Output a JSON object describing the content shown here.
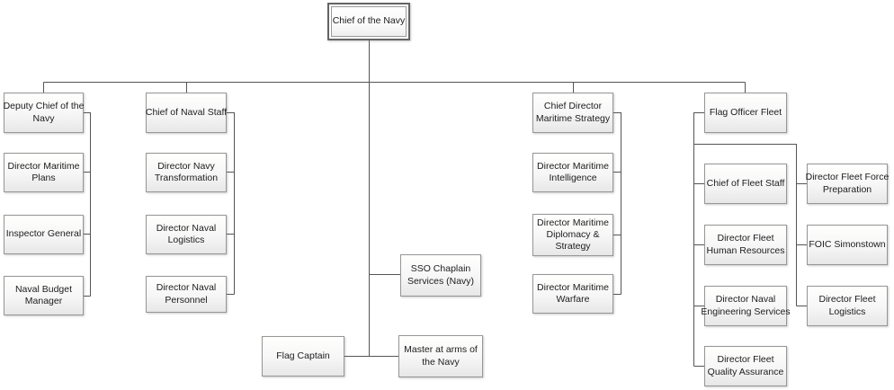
{
  "chart": {
    "kind": "organization-chart",
    "root": "Chief of the Navy"
  },
  "colors": {
    "background": "#ffffff",
    "connector": "#555555",
    "node_border": "#969696",
    "node_fill_top": "#ffffff",
    "node_fill_bottom": "#e7e7e7",
    "text": "#1c1c1c"
  },
  "nodes": {
    "chief_of_navy": {
      "label": "Chief of the Navy"
    },
    "deputy_chief": {
      "label": "Deputy Chief of the\nNavy"
    },
    "dir_maritime_plans": {
      "label": "Director Maritime\nPlans"
    },
    "inspector_general": {
      "label": "Inspector General"
    },
    "naval_budget_manager": {
      "label": "Naval Budget\nManager"
    },
    "chief_naval_staff": {
      "label": "Chief of Naval Staff"
    },
    "dir_navy_transformation": {
      "label": "Director Navy\nTransformation"
    },
    "dir_naval_logistics": {
      "label": "Director Naval\nLogistics"
    },
    "dir_naval_personnel": {
      "label": "Director Naval\nPersonnel"
    },
    "sso_chaplain": {
      "label": "SSO Chaplain\nServices (Navy)"
    },
    "flag_captain": {
      "label": "Flag Captain"
    },
    "master_at_arms": {
      "label": "Master at arms of\nthe Navy"
    },
    "chief_dir_maritime_strategy": {
      "label": "Chief Director\nMaritime Strategy"
    },
    "dir_maritime_intelligence": {
      "label": "Director Maritime\nIntelligence"
    },
    "dir_maritime_diplomacy": {
      "label": "Director Maritime\nDiplomacy &\nStrategy"
    },
    "dir_maritime_warfare": {
      "label": "Director Maritime\nWarfare"
    },
    "flag_officer_fleet": {
      "label": "Flag Officer Fleet"
    },
    "chief_fleet_staff": {
      "label": "Chief of Fleet Staff"
    },
    "dir_fleet_hr": {
      "label": "Director Fleet\nHuman Resources"
    },
    "dir_naval_engineering": {
      "label": "Director Naval\nEngineering Services"
    },
    "dir_fleet_qa": {
      "label": "Director Fleet\nQuality Assurance"
    },
    "dir_fleet_force_prep": {
      "label": "Director Fleet Force\nPreparation"
    },
    "foic_simonstown": {
      "label": "FOIC Simonstown"
    },
    "dir_fleet_logistics": {
      "label": "Director Fleet\nLogistics"
    }
  },
  "hierarchy": {
    "Chief of the Navy": [
      "Deputy Chief of the Navy",
      "Chief of Naval Staff",
      "SSO Chaplain Services (Navy)",
      "Flag Captain",
      "Master at arms of the Navy",
      "Chief Director Maritime Strategy",
      "Flag Officer Fleet"
    ],
    "Deputy Chief of the Navy": [
      "Director Maritime Plans",
      "Inspector General",
      "Naval Budget Manager"
    ],
    "Chief of Naval Staff": [
      "Director Navy Transformation",
      "Director Naval Logistics",
      "Director Naval Personnel"
    ],
    "Chief Director Maritime Strategy": [
      "Director Maritime Intelligence",
      "Director Maritime Diplomacy & Strategy",
      "Director Maritime Warfare"
    ],
    "Flag Officer Fleet": [
      "Chief of Fleet Staff",
      "Director Fleet Human Resources",
      "Director Naval Engineering Services",
      "Director Fleet Quality Assurance",
      "Director Fleet Force Preparation",
      "FOIC Simonstown",
      "Director Fleet Logistics"
    ]
  }
}
